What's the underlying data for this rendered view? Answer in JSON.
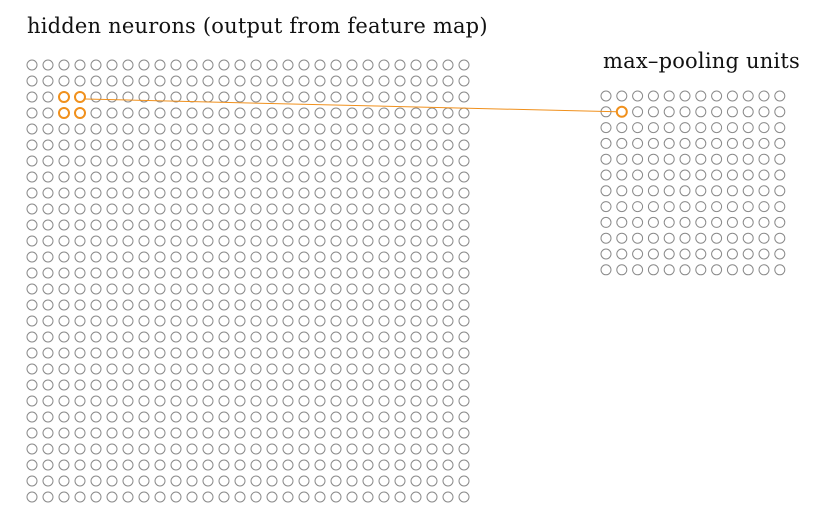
{
  "hidden_layer": {
    "title": "hidden neurons (output from feature map)",
    "rows": 28,
    "cols": 28,
    "highlight": {
      "row_start": 2,
      "col_start": 2,
      "size": 2
    }
  },
  "pooling_layer": {
    "title": "max–pooling units",
    "rows": 12,
    "cols": 12,
    "highlight": {
      "row": 1,
      "col": 1
    }
  },
  "colors": {
    "neuron": "#8a8a8a",
    "highlight": "#f0901c",
    "connector": "#f0901c"
  }
}
